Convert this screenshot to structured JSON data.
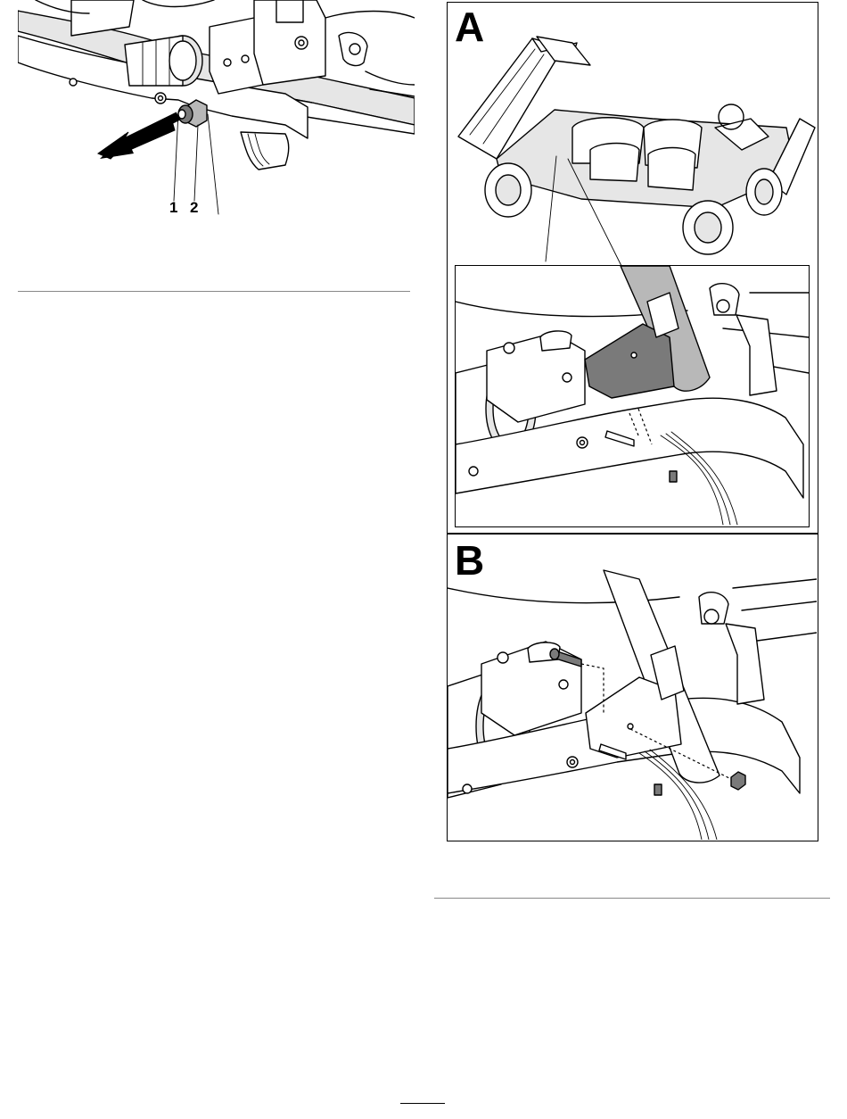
{
  "figure_left": {
    "callouts": [
      {
        "id": "callout-1",
        "label": "1"
      },
      {
        "id": "callout-2",
        "label": "2"
      }
    ]
  },
  "figure_right": {
    "panels": [
      {
        "id": "panel-a",
        "letter": "A"
      },
      {
        "id": "panel-b",
        "letter": "B"
      }
    ]
  },
  "footer": {
    "page_number": ""
  }
}
